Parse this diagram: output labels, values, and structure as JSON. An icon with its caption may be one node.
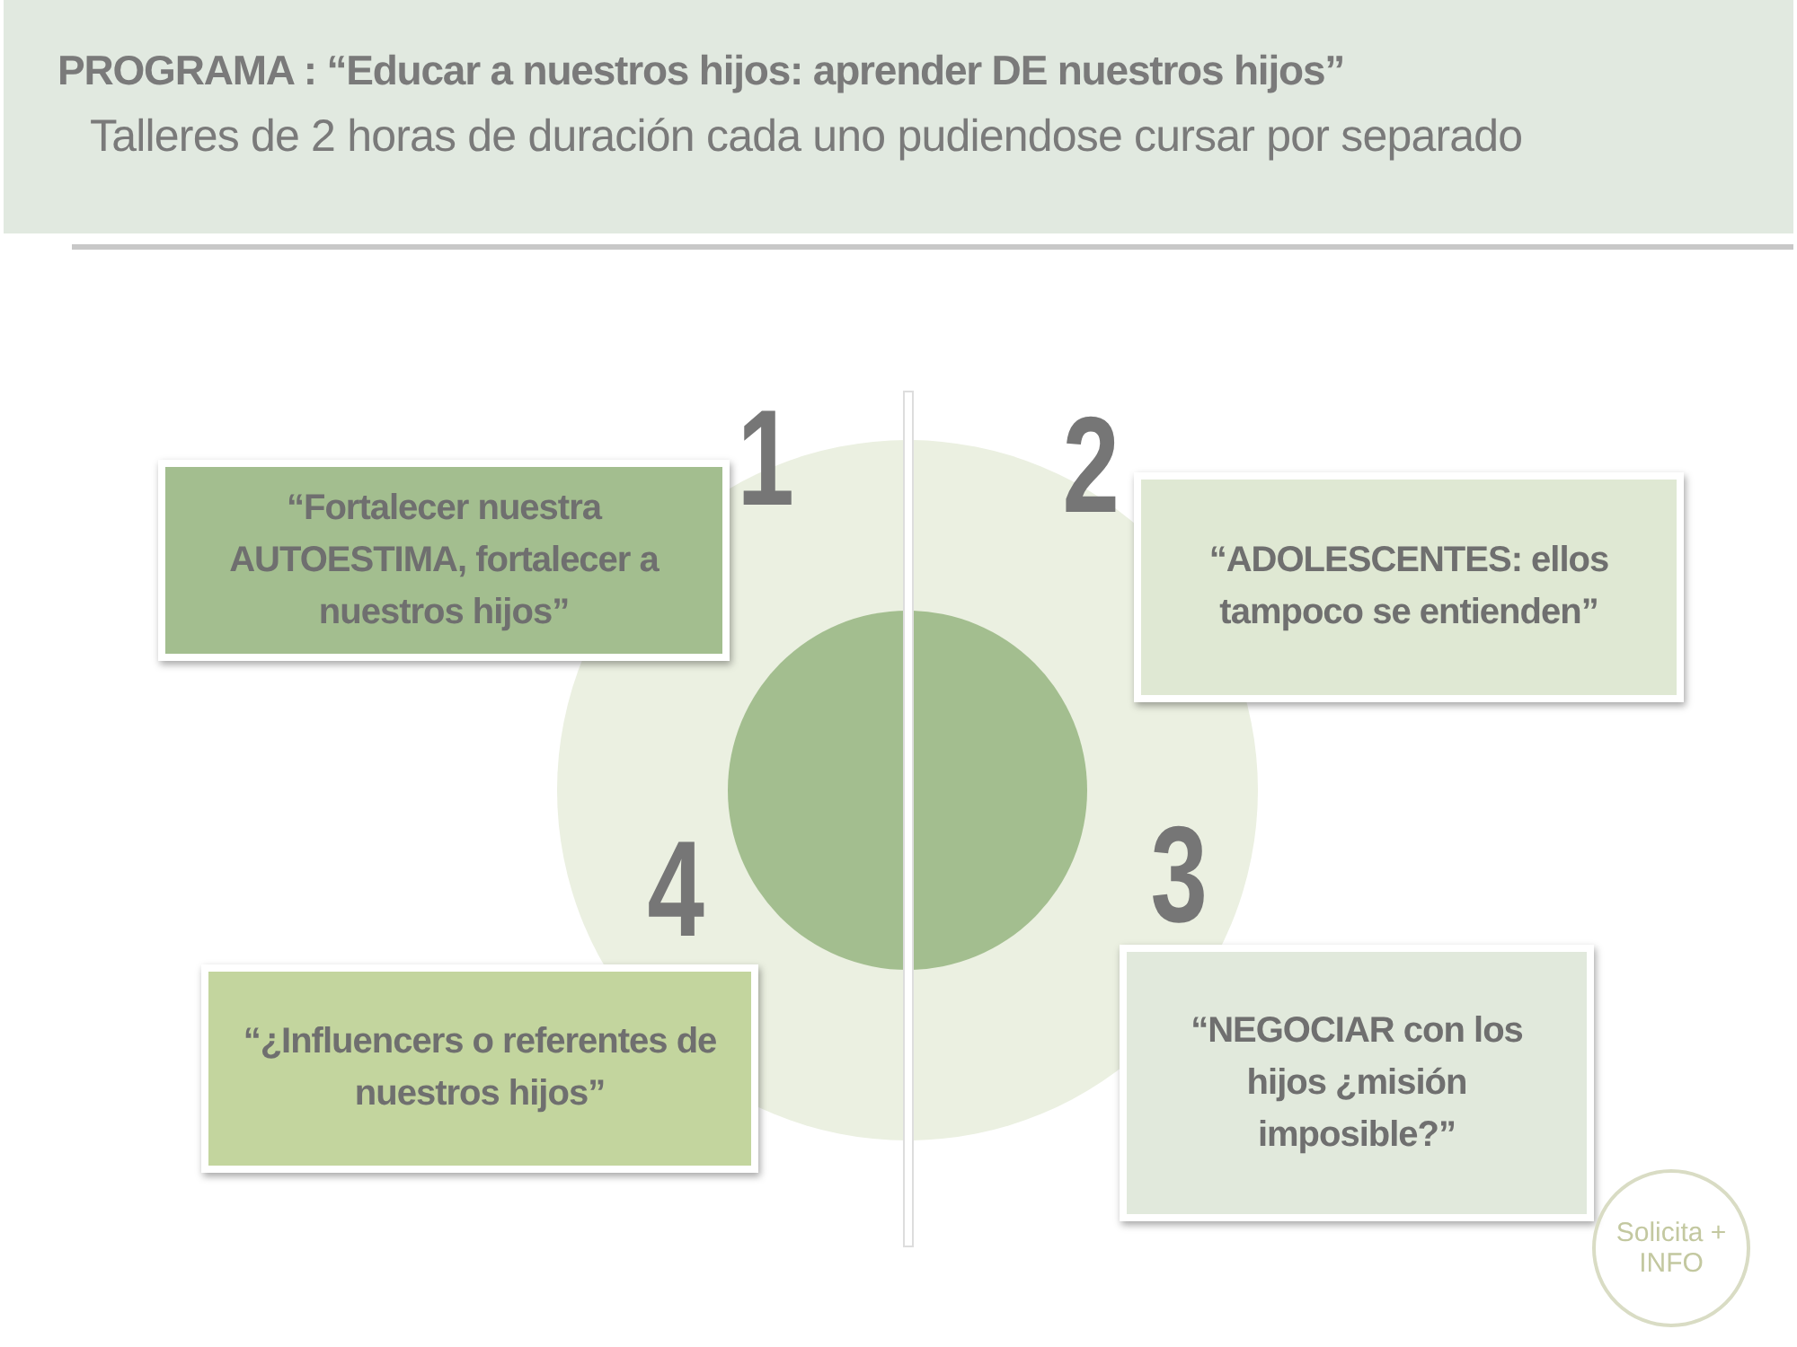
{
  "diagram": {
    "nodes": [
      {
        "text": [
          "PROGRAMA : “Educar a nuestros hijos: aprender DE nuestros hijos”",
          "Talleres de 2 horas de duración cada uno pudiendose cursar por separado"
        ]
      },
      {
        "text": [
          "“Fortalecer nuestra AUTOESTIMA, fortalecer a nuestros hijos”"
        ],
        "beside": [
          "1"
        ]
      },
      {
        "text": [
          "“ADOLESCENTES: ellos tampoco se entienden”"
        ],
        "beside": [
          "2"
        ]
      },
      {
        "text": [
          "“NEGOCIAR con los hijos ¿misión imposible?”"
        ],
        "beside": [
          "3"
        ]
      },
      {
        "text": [
          "“¿Influencers o referentes de nuestros hijos”"
        ],
        "beside": [
          "4"
        ]
      },
      {
        "text": [
          "Solicita + INFO"
        ]
      }
    ],
    "edges": []
  }
}
